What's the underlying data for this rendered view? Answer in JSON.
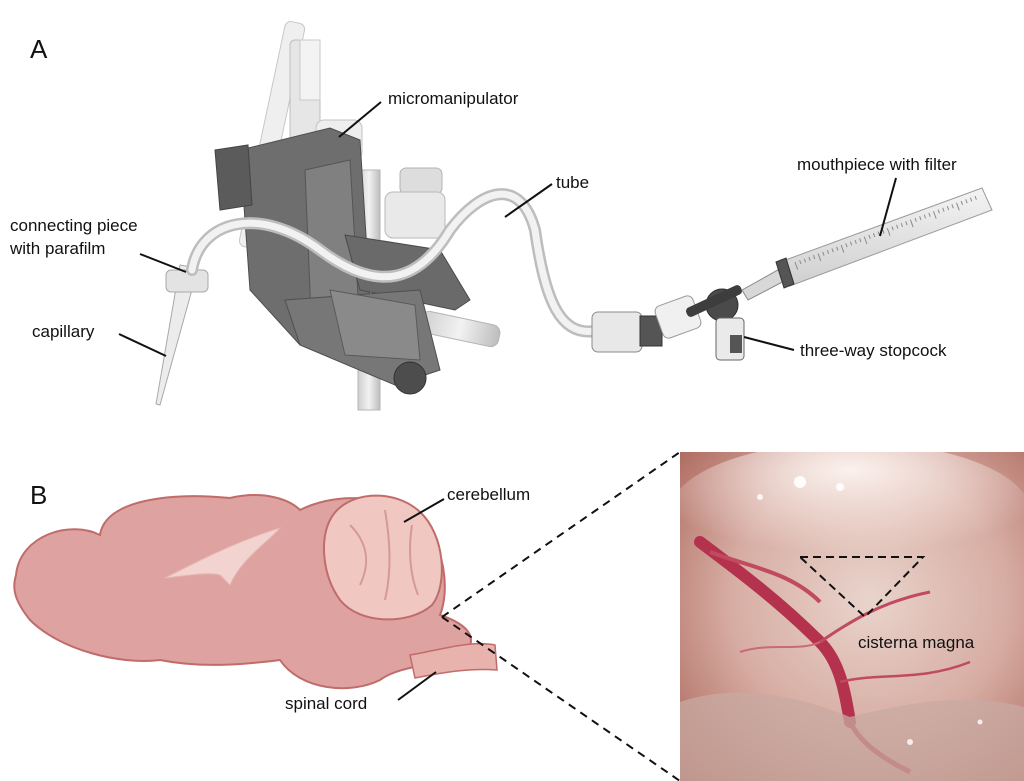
{
  "panels": {
    "a": {
      "letter": "A",
      "labels": {
        "micromanipulator": "micromanipulator",
        "tube": "tube",
        "mouthpiece": "mouthpiece with filter",
        "connecting_piece_line1": "connecting piece",
        "connecting_piece_line2": "with parafilm",
        "capillary": "capillary",
        "stopcock": "three-way stopcock"
      }
    },
    "b": {
      "letter": "B",
      "labels": {
        "cerebellum": "cerebellum",
        "spinal_cord": "spinal cord",
        "cisterna_magna": "cisterna magna"
      }
    }
  },
  "colors": {
    "device_dark": "#5f5f5f",
    "device_mid": "#7a7a7a",
    "device_light": "#d9d9d9",
    "tube": "#e6e6e6",
    "brain_fill": "#dea3a1",
    "brain_stroke": "#c06c6a",
    "cerebellum_fill": "#f0c7c1",
    "photo_base": "#c98f84",
    "vessel": "#b5324e"
  }
}
